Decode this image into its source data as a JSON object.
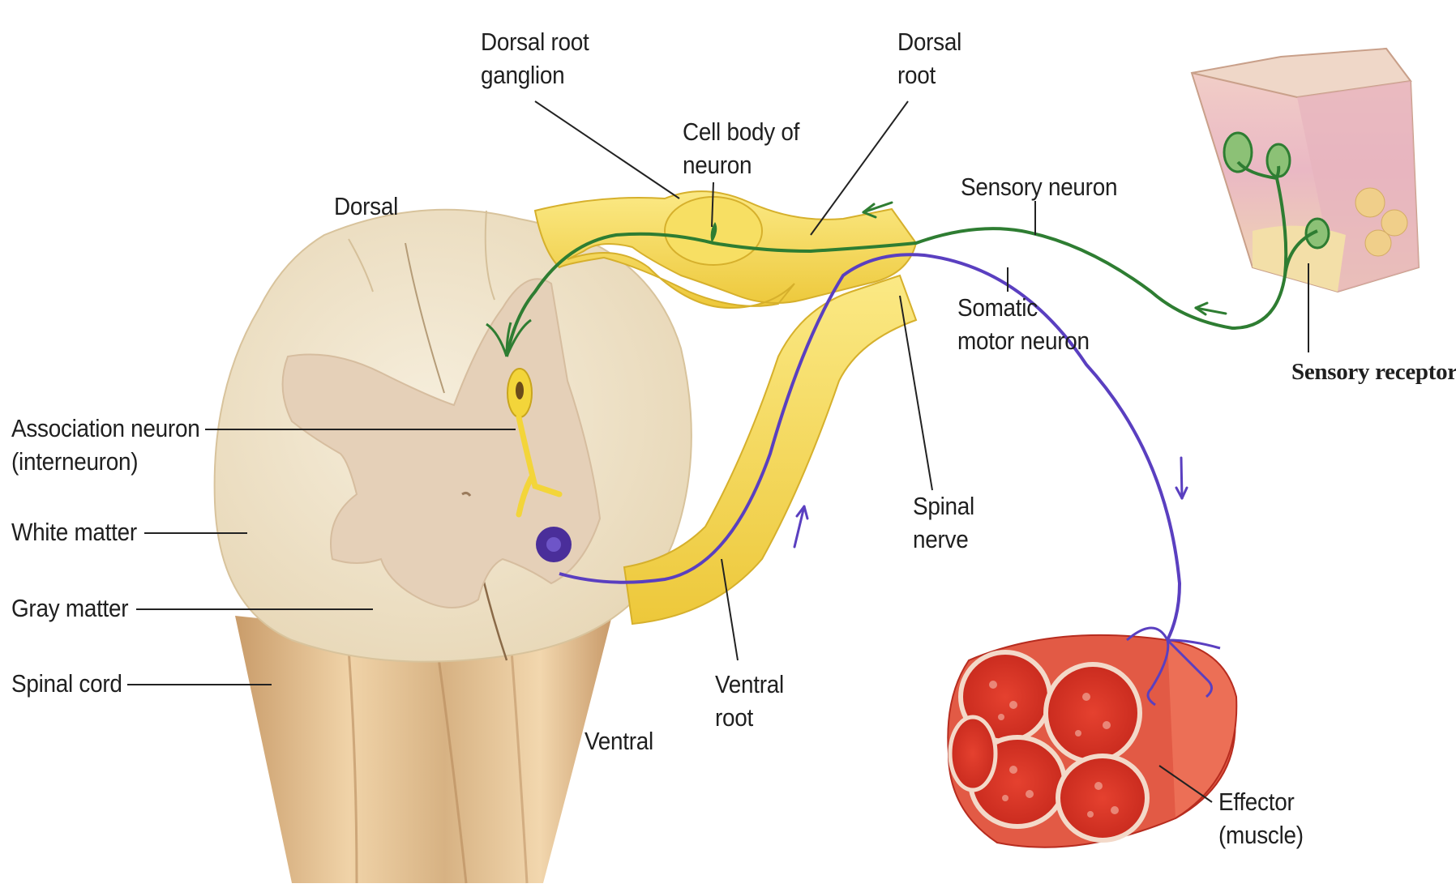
{
  "labels": {
    "dorsal_root_ganglion": [
      "Dorsal root",
      "ganglion"
    ],
    "dorsal_root": [
      "Dorsal",
      "root"
    ],
    "cell_body": [
      "Cell body of",
      "neuron"
    ],
    "dorsal": "Dorsal",
    "sensory_neuron": "Sensory neuron",
    "somatic_motor_neuron": [
      "Somatic",
      "motor neuron"
    ],
    "sensory_receptor": "Sensory receptor",
    "association_neuron": [
      "Association neuron",
      "(interneuron)"
    ],
    "white_matter": "White matter",
    "gray_matter": "Gray matter",
    "spinal_cord": "Spinal cord",
    "spinal_nerve": [
      "Spinal",
      "nerve"
    ],
    "ventral_root": [
      "Ventral",
      "root"
    ],
    "ventral": "Ventral",
    "effector": [
      "Effector",
      "(muscle)"
    ]
  },
  "colors": {
    "sensory_neuron": "#2e7d32",
    "motor_neuron": "#5a3fc0",
    "nerve": "#f5dc5a",
    "white_matter": "#f1e6cf",
    "gray_matter": "#e3cfba",
    "cord_stem": "#dcb98e",
    "muscle": "#e04a38",
    "skin": "#f0c4c0"
  }
}
